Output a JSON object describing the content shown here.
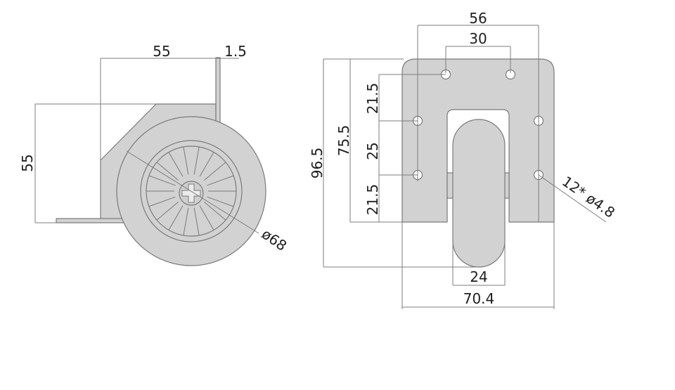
{
  "dimensions": {
    "side_width": "55",
    "side_thickness": "1.5",
    "side_height": "55",
    "wheel_diameter": "ø68",
    "front_outer_width": "56",
    "front_inner_width": "30",
    "front_total_height": "96.5",
    "front_plate_height": "75.5",
    "hole_spacing_top": "21.5",
    "hole_spacing_middle": "25",
    "hole_spacing_bottom": "21.5",
    "holes": "12* ø4.8",
    "wheel_width": "24",
    "plate_width": "70.4"
  },
  "colors": {
    "part_fill": "#d2d2d2",
    "outline": "#7a7a7a",
    "dimension_line": "#7c7c7c",
    "text": "#1e1e1e"
  }
}
